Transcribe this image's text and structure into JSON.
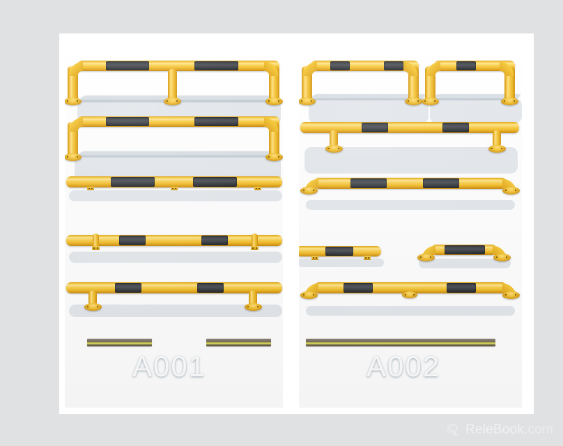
{
  "document": {
    "background_color": "#e0e1e3",
    "card_color": "#ffffff",
    "panel_color": "#74a7c8",
    "accent_yellow": "#f3c233",
    "accent_black": "#3a3e43"
  },
  "panels": [
    {
      "id": "panel-left",
      "caption": "A001",
      "products": [
        {
          "name": "u-shaped-barrier-with-center-leg",
          "type": "u-barrier",
          "stripes": 2,
          "legs": 3
        },
        {
          "name": "u-shaped-barrier-wide",
          "type": "u-barrier",
          "stripes": 2,
          "legs": 2
        },
        {
          "name": "straight-rail-wall-mount",
          "type": "straight-rail",
          "stripes": 2,
          "brackets": 3
        },
        {
          "name": "straight-rail-drop-brackets",
          "type": "straight-rail",
          "stripes": 2,
          "brackets": 2
        },
        {
          "name": "straight-rail-floor-mount",
          "type": "straight-rail",
          "stripes": 2,
          "feet": 2
        },
        {
          "name": "ground-rail-short-left",
          "type": "ground-rail"
        },
        {
          "name": "ground-rail-short-right",
          "type": "ground-rail"
        }
      ]
    },
    {
      "id": "panel-right",
      "caption": "A002",
      "products": [
        {
          "name": "u-shaped-barrier-medium",
          "type": "u-barrier",
          "stripes": 2,
          "legs": 2
        },
        {
          "name": "u-shaped-barrier-small",
          "type": "u-barrier",
          "stripes": 1,
          "legs": 2
        },
        {
          "name": "straight-rail-two-legs",
          "type": "straight-rail",
          "stripes": 2,
          "legs": 2
        },
        {
          "name": "curved-end-rail-long",
          "type": "curved-rail",
          "stripes": 2,
          "feet": 2
        },
        {
          "name": "straight-rail-stub",
          "type": "straight-rail",
          "stripes": 1,
          "brackets": 2
        },
        {
          "name": "curved-handle-short",
          "type": "curved-rail",
          "stripes": 1,
          "feet": 2
        },
        {
          "name": "curved-rail-center-foot",
          "type": "curved-rail",
          "stripes": 2,
          "feet": 3
        },
        {
          "name": "ground-rail-long",
          "type": "ground-rail"
        }
      ]
    }
  ],
  "watermark": {
    "logo_icon": "relebook-r-logo-icon",
    "name": "ReleBook",
    "tld": ".com"
  }
}
